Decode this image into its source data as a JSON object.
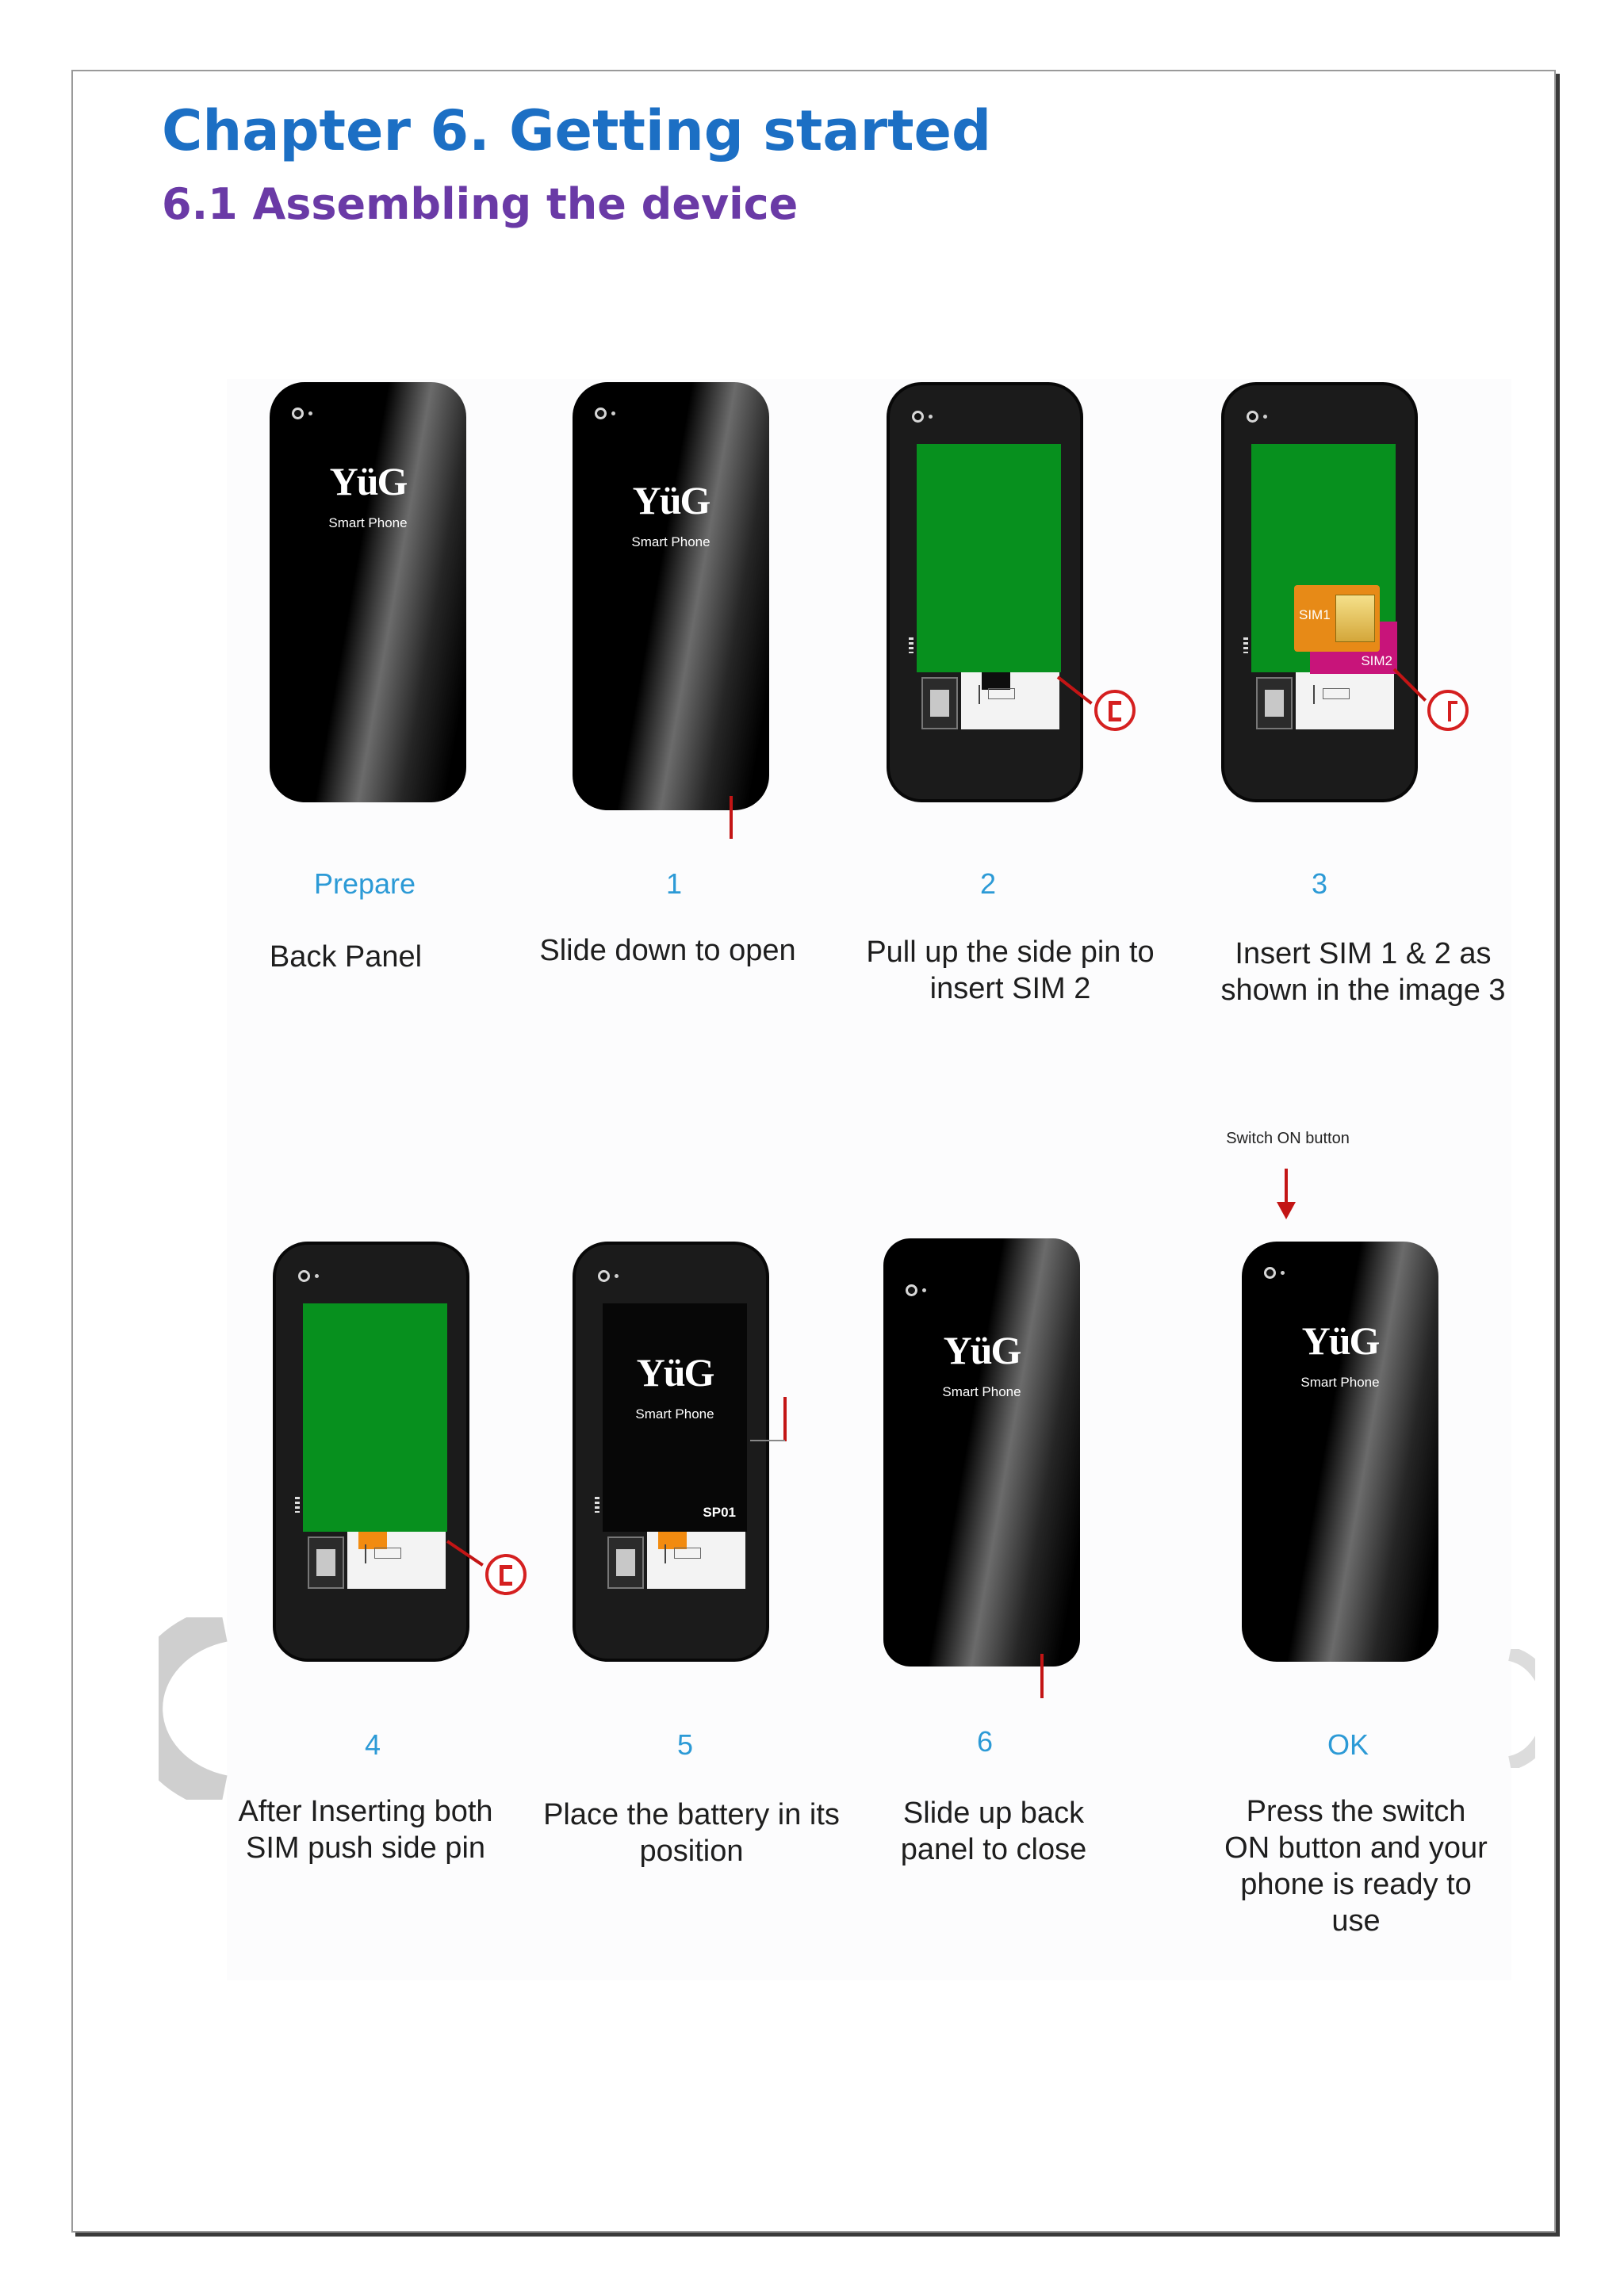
{
  "header": {
    "chapter_title": "Chapter 6. Getting started",
    "section_title": "6.1 Assembling the device"
  },
  "phone_brand": {
    "logo": "YüG",
    "subtitle": "Smart Phone",
    "battery_code": "SP01"
  },
  "sim_labels": {
    "sim1": "SIM1",
    "sim2": "SIM2"
  },
  "switch_on_label": "Switch ON button",
  "steps": [
    {
      "number": "Prepare",
      "caption": "Back Panel"
    },
    {
      "number": "1",
      "caption": "Slide down to open"
    },
    {
      "number": "2",
      "caption": "Pull up the side pin to insert SIM 2"
    },
    {
      "number": "3",
      "caption": "Insert SIM 1 & 2 as shown in the image 3"
    },
    {
      "number": "4",
      "caption": "After Inserting both SIM push side pin"
    },
    {
      "number": "5",
      "caption": "Place the battery in its position"
    },
    {
      "number": "6",
      "caption": "Slide up back panel to close"
    },
    {
      "number": "OK",
      "caption": "Press the switch ON button and your phone is ready to use"
    }
  ],
  "colors": {
    "chapter_blue": "#1c6fc4",
    "section_purple": "#6a3aa6",
    "step_number_blue": "#2c9ad6",
    "callout_red": "#d52020",
    "battery_green": "#07901e",
    "sim1_orange": "#e78a17",
    "sim2_magenta": "#c8147a"
  }
}
